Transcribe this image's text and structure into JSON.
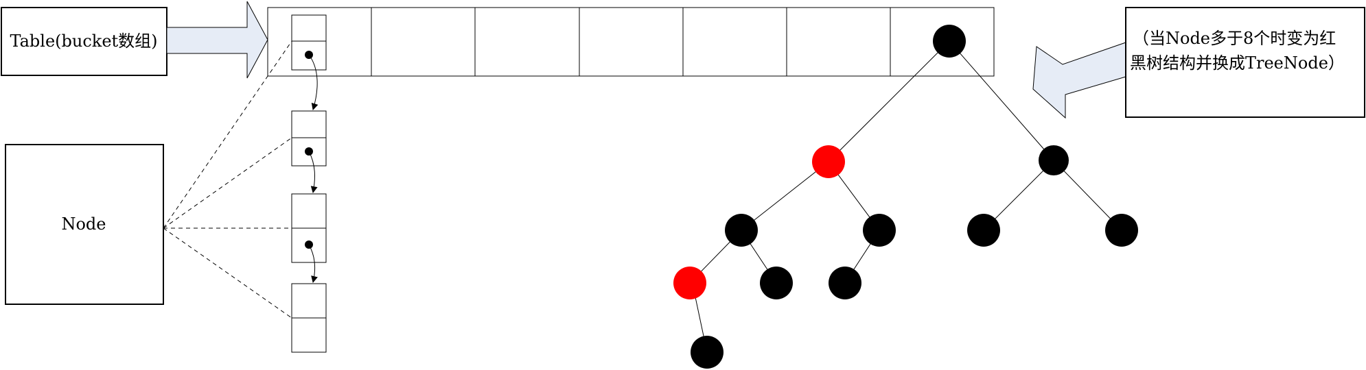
{
  "table_label": "Table(bucket数组)",
  "node_label": "Node",
  "note_line1": "（当Node多于8个时变为红",
  "note_line2": "黑树结构并换成TreeNode）",
  "colors": {
    "red_node": "#ff0000",
    "black_node": "#000000",
    "arrow_fill": "#e6ecf6",
    "line": "#000000",
    "background": "#ffffff"
  },
  "bucket_count": 7,
  "linked_list_nodes": 4,
  "tree": {
    "root": {
      "color": "black",
      "children": [
        {
          "color": "red",
          "children": [
            {
              "color": "black",
              "children": [
                {
                  "color": "red",
                  "children": [
                    {
                      "color": "black",
                      "children": []
                    }
                  ]
                },
                {
                  "color": "black",
                  "children": []
                }
              ]
            },
            {
              "color": "black",
              "children": [
                {
                  "color": "black",
                  "children": []
                }
              ]
            }
          ]
        },
        {
          "color": "black",
          "children": [
            {
              "color": "black",
              "children": []
            },
            {
              "color": "black",
              "children": []
            }
          ]
        }
      ]
    }
  }
}
